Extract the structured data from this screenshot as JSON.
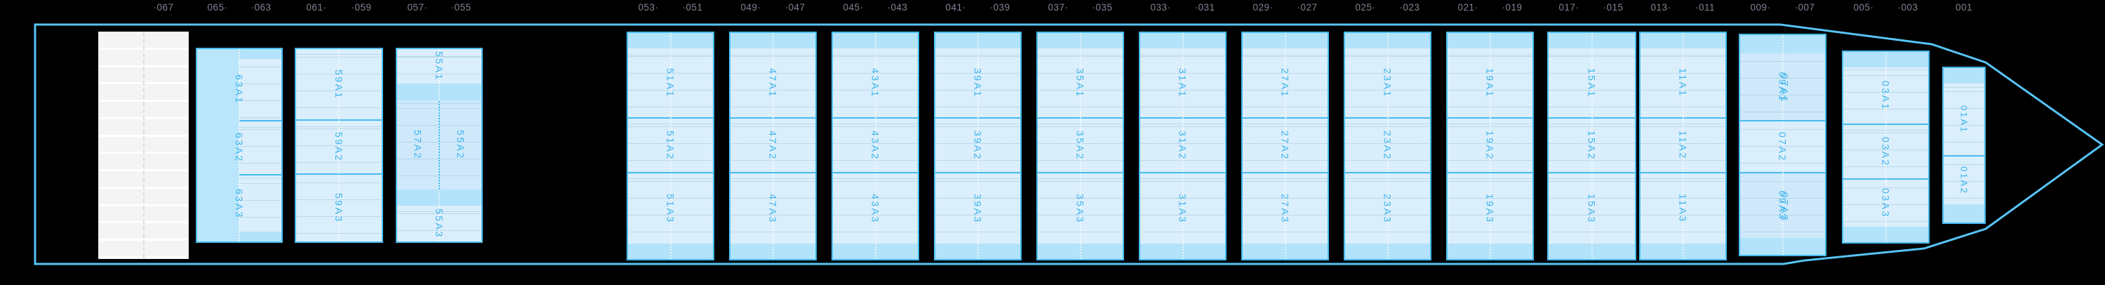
{
  "ruler": {
    "labels": [
      {
        "text": "·067"
      },
      {
        "text": "065·"
      },
      {
        "text": "·063"
      },
      {
        "text": "061·"
      },
      {
        "text": "·059"
      },
      {
        "text": "057·"
      },
      {
        "text": "·055"
      },
      {
        "text": "053·"
      },
      {
        "text": "·051"
      },
      {
        "text": "049·"
      },
      {
        "text": "·047"
      },
      {
        "text": "045·"
      },
      {
        "text": "·043"
      },
      {
        "text": "041·"
      },
      {
        "text": "·039"
      },
      {
        "text": "037·"
      },
      {
        "text": "·035"
      },
      {
        "text": "033·"
      },
      {
        "text": "·031"
      },
      {
        "text": "029·"
      },
      {
        "text": "·027"
      },
      {
        "text": "025·"
      },
      {
        "text": "·023"
      },
      {
        "text": "021·"
      },
      {
        "text": "·019"
      },
      {
        "text": "017·"
      },
      {
        "text": "·015"
      },
      {
        "text": "013·"
      },
      {
        "text": "·011"
      },
      {
        "text": "009·"
      },
      {
        "text": "·007"
      },
      {
        "text": "005·"
      },
      {
        "text": "·003"
      },
      {
        "text": "001"
      }
    ]
  },
  "hatch_grid": {
    "rows": 13,
    "columns": 2
  },
  "bays": [
    {
      "id": "63",
      "cells": [
        {
          "label": "63A1"
        },
        {
          "label": "63A2"
        },
        {
          "label": "63A3"
        }
      ]
    },
    {
      "id": "59",
      "cells": [
        {
          "label": "59A1"
        },
        {
          "label": "59A2"
        },
        {
          "label": "59A3"
        }
      ]
    },
    {
      "id": "57/55",
      "top": "55A1",
      "mid_left": "57A2",
      "mid_right": "55A2",
      "bottom": "55A3"
    },
    {
      "id": "51",
      "cells": [
        {
          "label": "51A1"
        },
        {
          "label": "51A2"
        },
        {
          "label": "51A3"
        }
      ]
    },
    {
      "id": "47",
      "cells": [
        {
          "label": "47A1"
        },
        {
          "label": "47A2"
        },
        {
          "label": "47A3"
        }
      ]
    },
    {
      "id": "43",
      "cells": [
        {
          "label": "43A1"
        },
        {
          "label": "43A2"
        },
        {
          "label": "43A3"
        }
      ]
    },
    {
      "id": "39",
      "cells": [
        {
          "label": "39A1"
        },
        {
          "label": "39A2"
        },
        {
          "label": "39A3"
        }
      ]
    },
    {
      "id": "35",
      "cells": [
        {
          "label": "35A1"
        },
        {
          "label": "35A2"
        },
        {
          "label": "35A3"
        }
      ]
    },
    {
      "id": "31",
      "cells": [
        {
          "label": "31A1"
        },
        {
          "label": "31A2"
        },
        {
          "label": "31A3"
        }
      ]
    },
    {
      "id": "27",
      "cells": [
        {
          "label": "27A1"
        },
        {
          "label": "27A2"
        },
        {
          "label": "27A3"
        }
      ]
    },
    {
      "id": "23",
      "cells": [
        {
          "label": "23A1"
        },
        {
          "label": "23A2"
        },
        {
          "label": "23A3"
        }
      ]
    },
    {
      "id": "19",
      "cells": [
        {
          "label": "19A1"
        },
        {
          "label": "19A2"
        },
        {
          "label": "19A3"
        }
      ]
    },
    {
      "id": "15",
      "cells": [
        {
          "label": "15A1"
        },
        {
          "label": "15A2"
        },
        {
          "label": "15A3"
        }
      ]
    },
    {
      "id": "11",
      "cells": [
        {
          "label": "11A1"
        },
        {
          "label": "11A2"
        },
        {
          "label": "11A3"
        }
      ]
    },
    {
      "id": "09/07",
      "a1": [
        "09A1",
        "07A1"
      ],
      "a2": "07A2",
      "a3": [
        "09A3",
        "07A3"
      ]
    },
    {
      "id": "03",
      "cells": [
        {
          "label": "03A1"
        },
        {
          "label": "03A2"
        },
        {
          "label": "03A3"
        }
      ]
    },
    {
      "id": "01",
      "cells": [
        {
          "label": "01A1"
        },
        {
          "label": "01A2"
        }
      ]
    }
  ],
  "colors": {
    "background": "#000000",
    "hull_outline": "#56C3F4",
    "bay_border": "#47BCEF",
    "cell_fill": "#DAEEFB",
    "end_strip_fill": "#B2E3FA",
    "dark_half_fill": "#B9E6FB",
    "slot_label_text": "#3BB4EC",
    "ruler_text": "#7F8493",
    "hatch_grid_fill": "#F4F4F4"
  }
}
